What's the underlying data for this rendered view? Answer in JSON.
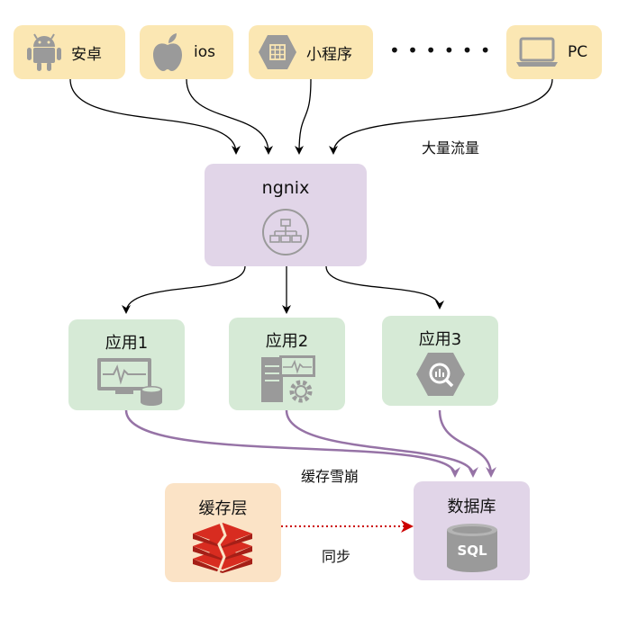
{
  "clients": [
    {
      "label": "安卓",
      "icon": "android-icon"
    },
    {
      "label": "ios",
      "icon": "apple-icon"
    },
    {
      "label": "小程序",
      "icon": "mini-program-icon"
    },
    {
      "label": "• • • • • •",
      "icon": ""
    },
    {
      "label": "PC",
      "icon": "laptop-icon"
    }
  ],
  "labels": {
    "traffic": "大量流量",
    "nginx": "ngnix",
    "app1": "应用1",
    "app2": "应用2",
    "app3": "应用3",
    "avalanche": "缓存雪崩",
    "cache": "缓存层",
    "database": "数据库",
    "sync": "同步",
    "sql_badge": "SQL"
  },
  "colors": {
    "client_fill": "#fbe7b3",
    "nginx_fill": "#e1d5e8",
    "app_fill": "#d6ead6",
    "db_fill": "#e1d5e8",
    "cache_fill": "#fbe3c6",
    "avalanche_arrow": "#9673a6",
    "sync_arrow": "#cc0000",
    "icon_gray": "#9a9a9a"
  }
}
